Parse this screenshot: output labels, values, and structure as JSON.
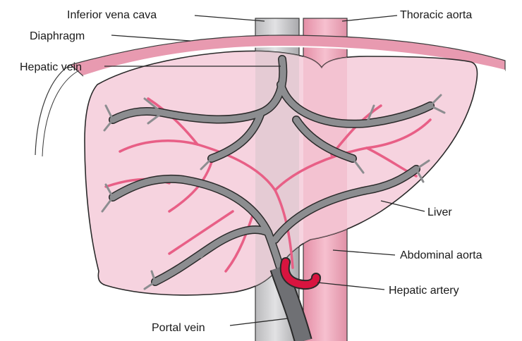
{
  "labels": {
    "inferior_vena_cava": "Inferior vena cava",
    "thoracic_aorta": "Thoracic aorta",
    "diaphragm": "Diaphragm",
    "hepatic_vein": "Hepatic vein",
    "liver": "Liver",
    "abdominal_aorta": "Abdominal aorta",
    "hepatic_artery": "Hepatic artery",
    "portal_vein": "Portal vein"
  },
  "colors": {
    "liver_fill": "#f6d3df",
    "liver_outline": "#2a2a2a",
    "diaphragm_fill": "#e89ab0",
    "aorta_fill": "#f0a9bc",
    "vena_cava_fill": "#c9c9cb",
    "vein_gray": "#8c8d90",
    "artery_pink": "#e85f86",
    "hepatic_artery_red": "#d8143f",
    "text": "#1a1a1a"
  }
}
